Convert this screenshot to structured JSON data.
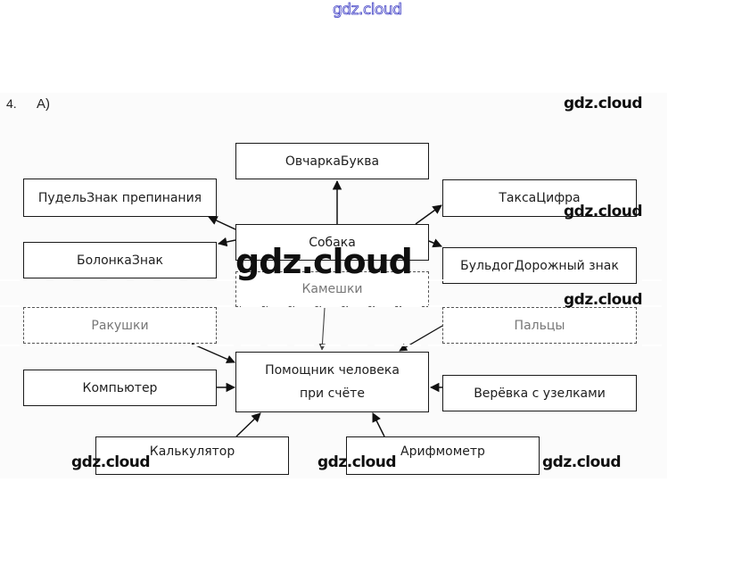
{
  "watermark_top": "gdz.cloud",
  "task": {
    "number": "4.",
    "part": "А)"
  },
  "watermarks": {
    "text": "gdz.cloud"
  },
  "diagram": {
    "center": "Собака",
    "center_top": "ОвчаркаБуква",
    "left_top": "ПудельЗнак препинания",
    "left_mid": "БолонкаЗнак",
    "right_top": "ТаксаЦифра",
    "right_mid": "БульдогДорожный знак",
    "stones": "Камешки",
    "shells": "Ракушки",
    "fingers": "Пальцы",
    "helper_line1": "Помощник человека",
    "helper_line2": "при счёте",
    "computer": "Компьютер",
    "rope": "Верёвка с узелками",
    "calculator": "Калькулятор",
    "arithmometer": "Арифмометр"
  }
}
